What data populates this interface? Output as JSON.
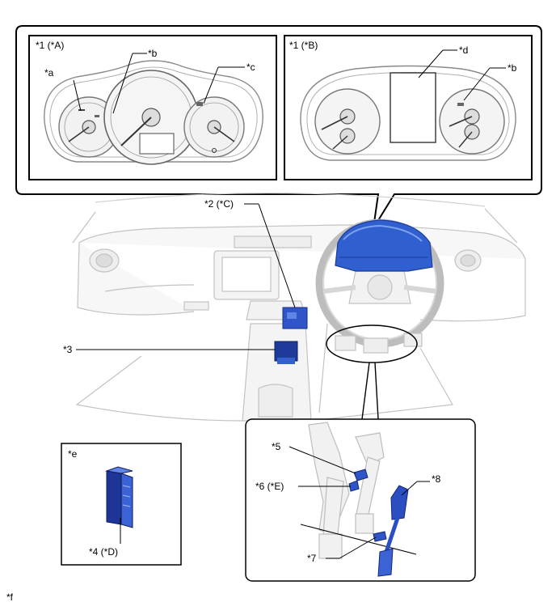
{
  "callouts": {
    "c1a": "*1 (*A)",
    "c1b": "*1 (*B)",
    "c2c": "*2 (*C)",
    "c3": "*3",
    "c4d": "*4 (*D)",
    "c5": "*5",
    "c6e": "*6 (*E)",
    "c7": "*7",
    "c8": "*8",
    "a": "*a",
    "b_left": "*b",
    "b_right": "*b",
    "c": "*c",
    "d": "*d",
    "e": "*e",
    "f": "*f"
  },
  "colors": {
    "part_blue": "#2f55c8",
    "part_blue_light": "#5f86e6",
    "outline": "#000000",
    "interior_gray": "#c8c8c8",
    "interior_light": "#efefef"
  }
}
